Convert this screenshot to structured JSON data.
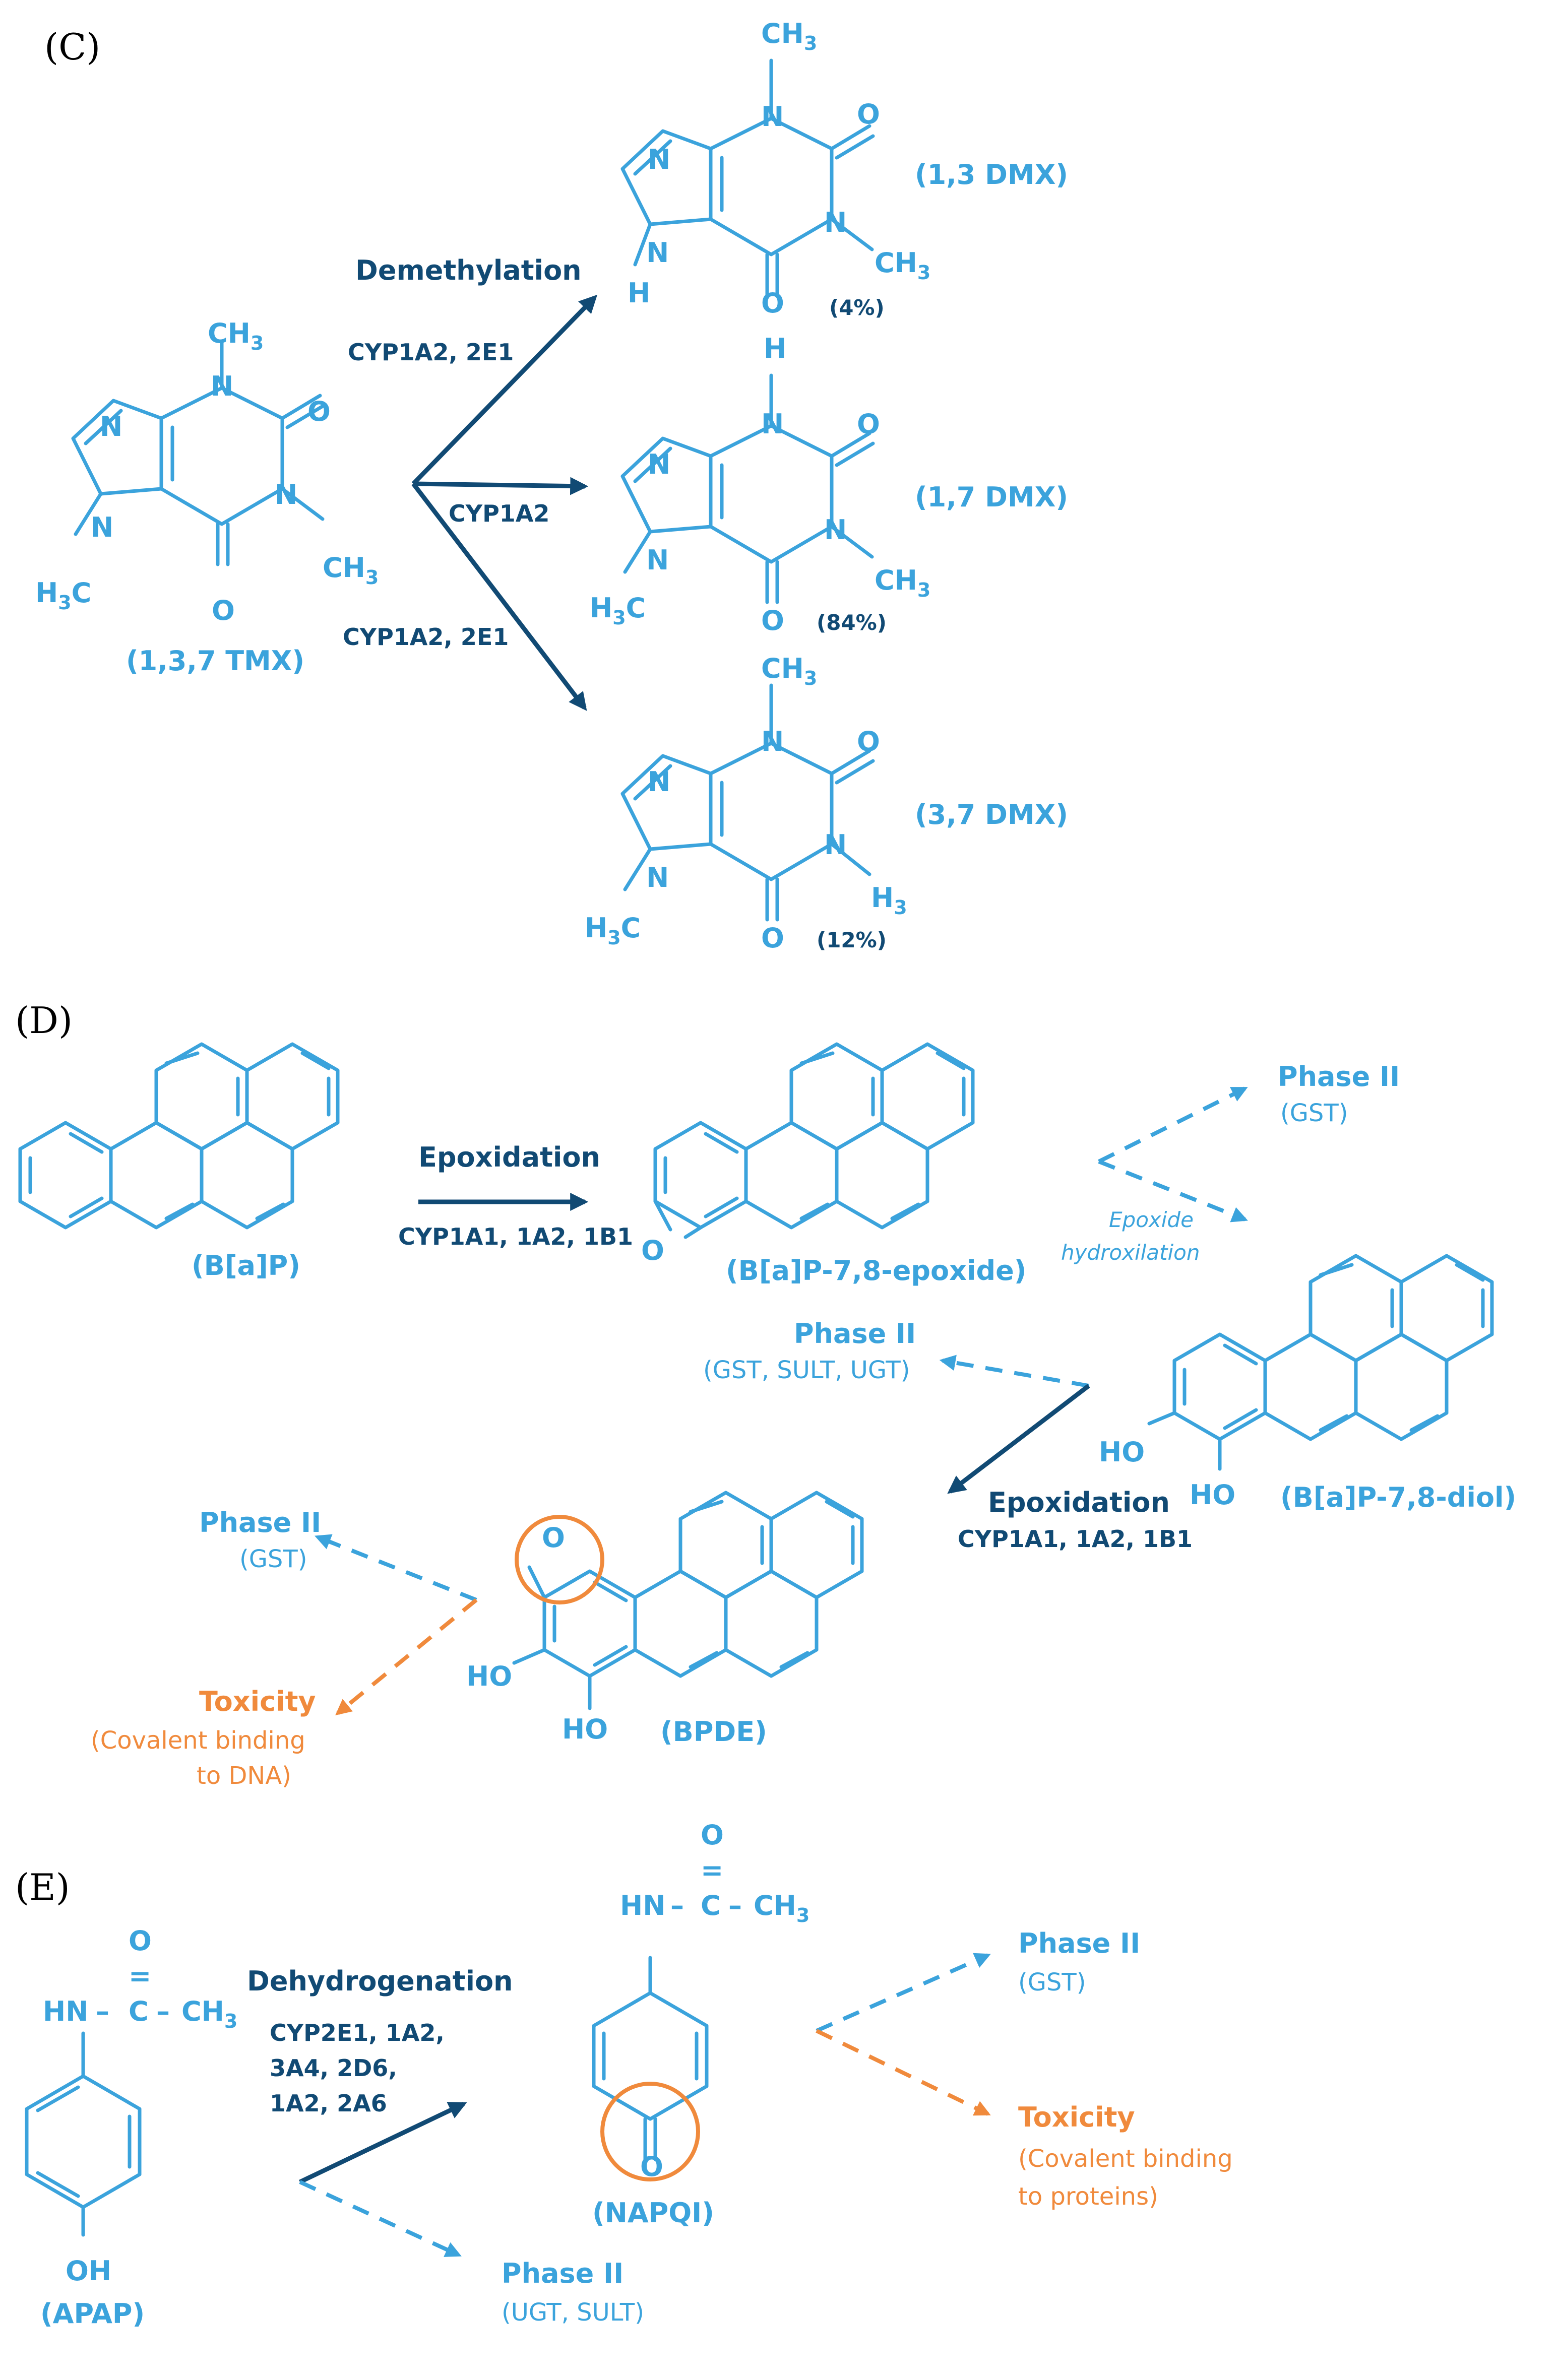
{
  "panels": {
    "c": "(C)",
    "d": "(D)",
    "e": "(E)"
  },
  "atoms": {
    "ch3": "CH",
    "h3c": "H",
    "three": "3",
    "c_label": "C",
    "n": "N",
    "o": "O",
    "h": "H",
    "hn": "HN",
    "oh": "OH",
    "ho": "HO",
    "double_bond": "=",
    "dash": "–"
  },
  "panel_c": {
    "reaction": "Demethylation",
    "enzyme_top": "CYP1A2, 2E1",
    "enzyme_mid": "CYP1A2",
    "enzyme_bot": "CYP1A2, 2E1",
    "substrate": "(1,3,7 TMX)",
    "product_1": "(1,3 DMX)",
    "product_1_pct": "(4%)",
    "product_2": "(1,7 DMX)",
    "product_2_pct": "(84%)",
    "product_3": "(3,7 DMX)",
    "product_3_pct": "(12%)"
  },
  "panel_d": {
    "reaction_1": "Epoxidation",
    "enzyme_1": "CYP1A1, 1A2, 1B1",
    "substrate": "(B[a]P)",
    "epoxide": "(B[a]P-7,8-epoxide)",
    "phase2_a_title": "Phase II",
    "phase2_a_enzyme": "(GST)",
    "hydrox_1": "Epoxide",
    "hydrox_2": "hydroxilation",
    "diol": "(B[a]P-7,8-diol)",
    "phase2_b_title": "Phase II",
    "phase2_b_enzyme": "(GST, SULT, UGT)",
    "reaction_2": "Epoxidation",
    "enzyme_2": "CYP1A1, 1A2, 1B1",
    "bpde": "(BPDE)",
    "phase2_c_title": "Phase II",
    "phase2_c_enzyme": "(GST)",
    "toxicity_title": "Toxicity",
    "toxicity_l1": "(Covalent binding",
    "toxicity_l2": "to DNA)"
  },
  "panel_e": {
    "reaction": "Dehydrogenation",
    "enzyme_l1": "CYP2E1, 1A2,",
    "enzyme_l2": "3A4, 2D6,",
    "enzyme_l3": "1A2, 2A6",
    "substrate": "(APAP)",
    "product": "(NAPQI)",
    "phase2_a_title": "Phase II",
    "phase2_a_enzyme": "(UGT, SULT)",
    "phase2_b_title": "Phase II",
    "phase2_b_enzyme": "(GST)",
    "toxicity_title": "Toxicity",
    "toxicity_l1": "(Covalent binding",
    "toxicity_l2": "to proteins)"
  },
  "colors": {
    "molecule": "#3ba3dc",
    "enzyme_text": "#114a74",
    "toxicity": "#f08a3c"
  }
}
